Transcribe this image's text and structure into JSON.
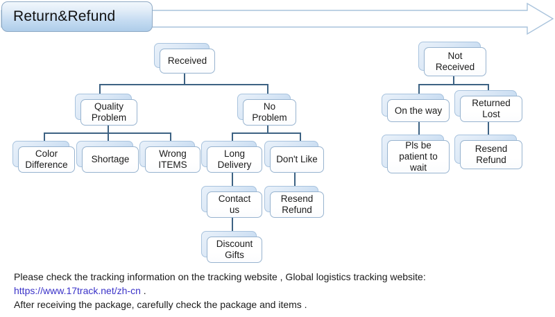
{
  "banner": {
    "title": "Return&Refund",
    "arrow_color": "#aac4dd"
  },
  "colors": {
    "node_back": "#bed6ef",
    "node_front": "#ffffff",
    "connector": "#3d6283",
    "link": "#3a32c8",
    "banner_fill": "#aecde9"
  },
  "nodes": {
    "received": "Received",
    "not_received": "Not\nReceived",
    "quality_problem": "Quality\nProblem",
    "no_problem": "No\nProblem",
    "color_difference": "Color\nDifference",
    "shortage": "Shortage",
    "wrong_items": "Wrong\nITEMS",
    "long_delivery": "Long\nDelivery",
    "dont_like": "Don't Like",
    "contact_us": "Contact\nus",
    "resend_refund_left": "Resend\nRefund",
    "discount_gifts": "Discount\nGifts",
    "on_the_way": "On the way",
    "returned_lost": "Returned\nLost",
    "pls_be_patient": "Pls be\npatient to\nwait",
    "resend_refund_right": "Resend\nRefund"
  },
  "footer": {
    "line1": "Please check the tracking information on the tracking website , Global logistics tracking website:",
    "link": "https://www.17track.net/zh-cn",
    "link_suffix": " .",
    "line3": "After receiving the package, carefully check the package and items ."
  }
}
